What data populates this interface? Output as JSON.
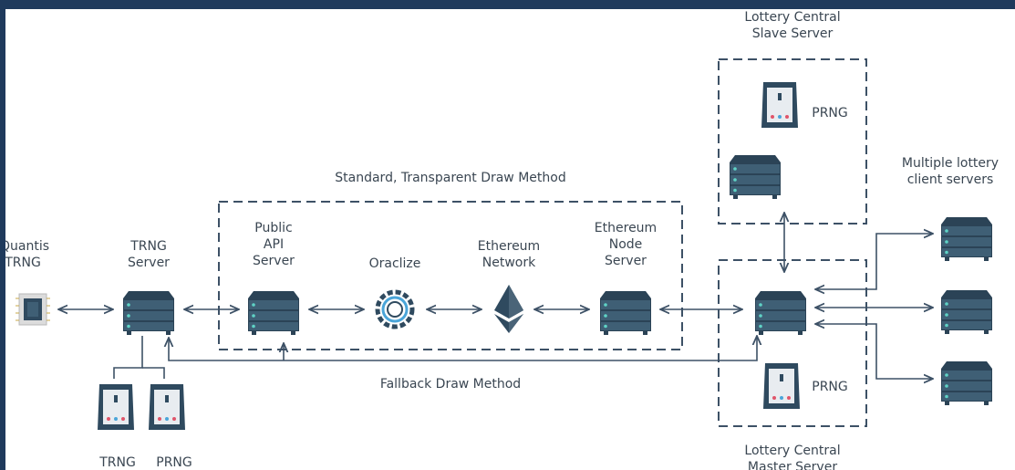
{
  "frame": {
    "border_color": "#1f3a5c"
  },
  "colors": {
    "line": "#3d5166",
    "server": "#2f4a5f",
    "server_light": "#3f5f75",
    "led": "#5fd3c6",
    "accent_red": "#e0556a"
  },
  "labels": {
    "quantis": [
      "Quantis",
      "TRNG"
    ],
    "trng_server": [
      "TRNG",
      "Server"
    ],
    "public_api": [
      "Public",
      "API",
      "Server"
    ],
    "oraclize": "Oraclize",
    "ethereum_network": [
      "Ethereum",
      "Network"
    ],
    "ethereum_node": [
      "Ethereum",
      "Node",
      "Server"
    ],
    "standard_method": "Standard, Transparent Draw Method",
    "fallback_method": "Fallback Draw Method",
    "slave_server": [
      "Lottery Central",
      "Slave Server"
    ],
    "master_server": [
      "Lottery Central",
      "Master Server"
    ],
    "prng_slave": "PRNG",
    "prng_master": "PRNG",
    "multiple_clients": [
      "Multiple lottery",
      "client servers"
    ],
    "trng_device": "TRNG",
    "prng_device": "PRNG"
  },
  "icons": {
    "quantis_chip": "chip-icon",
    "server": "server-icon",
    "device": "hardware-device-icon",
    "oraclize": "oraclize-logo-icon",
    "ethereum": "ethereum-logo-icon"
  }
}
